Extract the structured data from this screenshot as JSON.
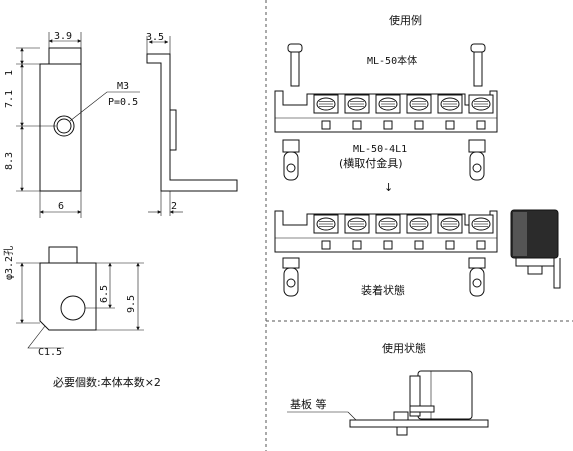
{
  "front_view": {
    "width_top": "3.9",
    "height_top": "1",
    "height_mid": "7.1",
    "height_low": "8.3",
    "width_bottom": "6",
    "screw_label": "M3",
    "pitch_label": "P=0.5"
  },
  "side_view": {
    "width_top": "3.5",
    "width_bottom": "2"
  },
  "bottom_view": {
    "hole_label": "φ3.2孔",
    "dim_inner": "6.5",
    "dim_outer": "9.5",
    "chamfer_label": "C1.5"
  },
  "quantity_note": "必要個数:本体本数×2",
  "usage_example": {
    "title": "使用例",
    "main_body_label": "ML-50本体",
    "fitting_label": "ML-50-4L1",
    "fitting_desc": "(横取付金具)",
    "arrow": "↓",
    "mounted_label": "装着状態"
  },
  "usage_state": {
    "title": "使用状態",
    "board_label": "基板 等"
  }
}
